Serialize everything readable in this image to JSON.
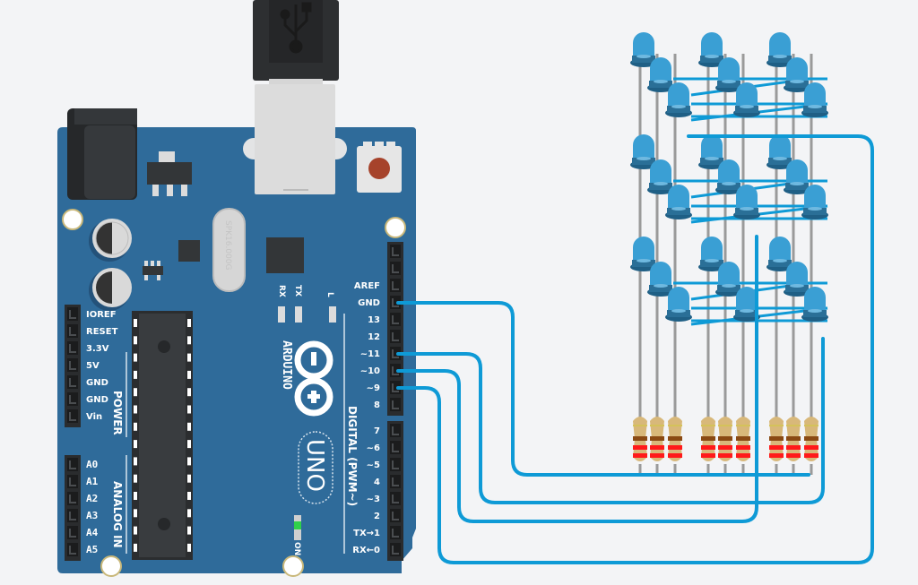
{
  "board": {
    "name": "Arduino Uno",
    "brand": "ARDUINO",
    "model": "UNO",
    "crystal": "SPK16.000G",
    "board_color": "#2f6b9a",
    "led_labels": {
      "rx": "RX",
      "tx": "TX",
      "l": "L",
      "on": "ON"
    },
    "power_header": {
      "title": "POWER",
      "pins": [
        "IOREF",
        "RESET",
        "3.3V",
        "5V",
        "GND",
        "GND",
        "Vin"
      ]
    },
    "analog_header": {
      "title": "ANALOG IN",
      "pins": [
        "A0",
        "A1",
        "A2",
        "A3",
        "A4",
        "A5"
      ]
    },
    "digital_header": {
      "title": "DIGITAL (PWM~)",
      "upper_pins": [
        "AREF",
        "GND",
        "13",
        "12",
        "~11",
        "~10",
        "~9",
        "8"
      ],
      "lower_pins": [
        "7",
        "~6",
        "~5",
        "4",
        "~3",
        "2",
        "TX→1",
        "RX←0"
      ]
    }
  },
  "circuit": {
    "wire_color": "#0e9ad6",
    "led_color": "#3a9fd4",
    "cube": {
      "layers": 3,
      "columns": 9
    },
    "resistor_bands": [
      "#d4c25a",
      "#8a4a14",
      "#ff1a1a",
      "#ff1a1a"
    ],
    "connections": [
      {
        "pin": "GND",
        "to": "resistor bus"
      },
      {
        "pin": "~11",
        "to": "layer 3"
      },
      {
        "pin": "~10",
        "to": "layer 2"
      },
      {
        "pin": "~9",
        "to": "layer 1"
      }
    ]
  }
}
